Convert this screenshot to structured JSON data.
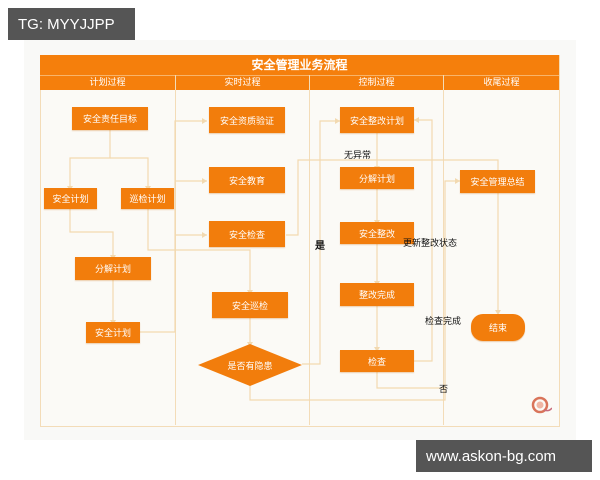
{
  "watermarks": {
    "top_left": "TG: MYYJJPP",
    "bottom_right": "www.askon-bg.com"
  },
  "diagram": {
    "title": "安全管理业务流程",
    "lanes": [
      "计划过程",
      "实时过程",
      "控制过程",
      "收尾过程"
    ],
    "nodes": {
      "plan_target": "安全责任目标",
      "plan_safety": "安全计划",
      "plan_patrol": "巡检计划",
      "plan_decompose": "分解计划",
      "plan_safety2": "安全计划",
      "rt_qualification": "安全资质验证",
      "rt_education": "安全教育",
      "rt_inspection": "安全检查",
      "rt_patrol": "安全巡检",
      "rt_decision": "是否有隐患",
      "ctl_rectify_plan": "安全整改计划",
      "ctl_decompose": "分解计划",
      "ctl_rectify": "安全整改",
      "ctl_done": "整改完成",
      "ctl_check": "检查",
      "end_summary": "安全管理总结",
      "end_finish": "结束"
    },
    "edge_labels": {
      "no_anomaly": "无异常",
      "yes": "是",
      "update_status": "更新整改状态",
      "check_done": "检查完成",
      "no": "否"
    },
    "colors": {
      "accent": "#f57f0c",
      "line": "#f3dcb8",
      "background": "#fbfaf6"
    }
  }
}
